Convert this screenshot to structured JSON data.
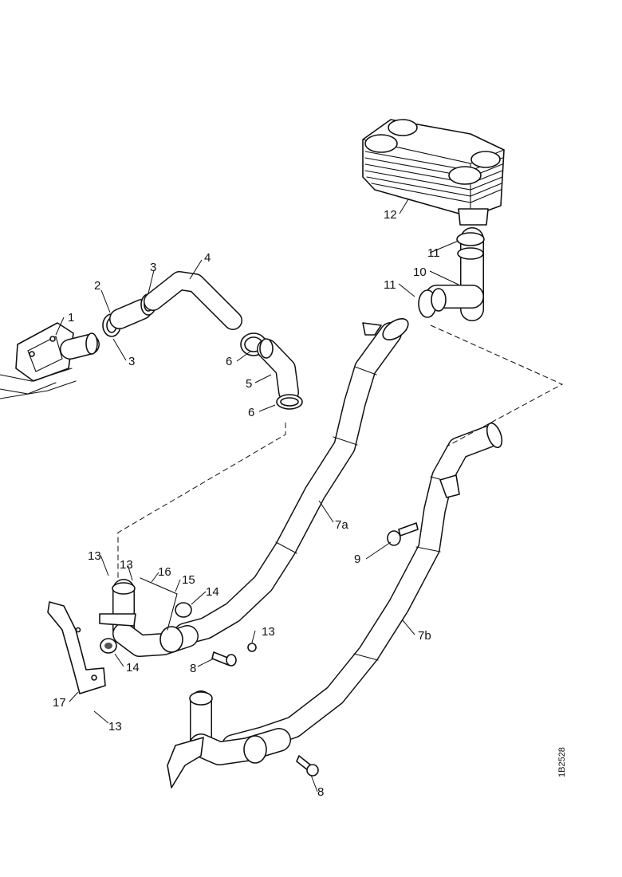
{
  "diagram": {
    "drawing_code": "1B2528",
    "callouts": [
      {
        "id": "c1",
        "text": "1"
      },
      {
        "id": "c2",
        "text": "2"
      },
      {
        "id": "c3a",
        "text": "3"
      },
      {
        "id": "c3b",
        "text": "3"
      },
      {
        "id": "c4",
        "text": "4"
      },
      {
        "id": "c5",
        "text": "5"
      },
      {
        "id": "c6a",
        "text": "6"
      },
      {
        "id": "c6b",
        "text": "6"
      },
      {
        "id": "c7a",
        "text": "7a"
      },
      {
        "id": "c7b",
        "text": "7b"
      },
      {
        "id": "c8a",
        "text": "8"
      },
      {
        "id": "c8b",
        "text": "8"
      },
      {
        "id": "c9",
        "text": "9"
      },
      {
        "id": "c10",
        "text": "10"
      },
      {
        "id": "c11a",
        "text": "11"
      },
      {
        "id": "c11b",
        "text": "11"
      },
      {
        "id": "c12",
        "text": "12"
      },
      {
        "id": "c13a",
        "text": "13"
      },
      {
        "id": "c13b",
        "text": "13"
      },
      {
        "id": "c13c",
        "text": "13"
      },
      {
        "id": "c13d",
        "text": "13"
      },
      {
        "id": "c14a",
        "text": "14"
      },
      {
        "id": "c14b",
        "text": "14"
      },
      {
        "id": "c15",
        "text": "15"
      },
      {
        "id": "c16",
        "text": "16"
      },
      {
        "id": "c17",
        "text": "17"
      }
    ]
  }
}
